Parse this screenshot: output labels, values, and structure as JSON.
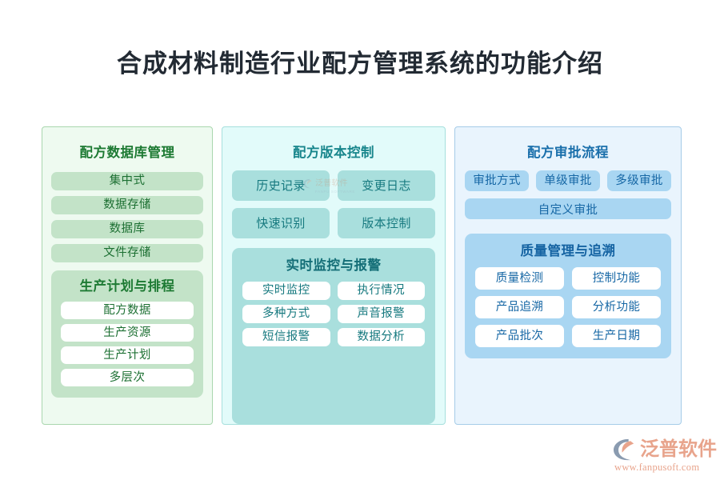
{
  "page": {
    "title": "合成材料制造行业配方管理系统的功能介绍",
    "background_color": "#ffffff",
    "title_color": "#222a33"
  },
  "columns": [
    {
      "id": "recipe-database-management",
      "title": "配方数据库管理",
      "accent_color": "#1d7a33",
      "panel_bg": "#eefaf0",
      "panel_border": "#a9d7ae",
      "pill_bg": "#c3e3c8",
      "pills": [
        "集中式",
        "数据存储",
        "数据库",
        "文件存储"
      ],
      "subcard": {
        "id": "production-plan-scheduling",
        "title": "生产计划与排程",
        "bg": "#c3e3c8",
        "pill_bg": "#ffffff",
        "pills": [
          "配方数据",
          "生产资源",
          "生产计划",
          "多层次"
        ]
      }
    },
    {
      "id": "recipe-version-control",
      "title": "配方版本控制",
      "accent_color": "#18868c",
      "panel_bg": "#e2fbfa",
      "panel_border": "#a6e0dd",
      "pill_bg": "#a9dfdd",
      "pills": [
        "历史记录",
        "变更日志",
        "快速识别",
        "版本控制"
      ],
      "subcard": {
        "id": "realtime-monitoring-alarm",
        "title": "实时监控与报警",
        "bg": "#a9dfdd",
        "pill_bg": "#ffffff",
        "pills": [
          "实时监控",
          "执行情况",
          "多种方式",
          "声音报警",
          "短信报警",
          "数据分析"
        ]
      }
    },
    {
      "id": "recipe-approval-process",
      "title": "配方审批流程",
      "accent_color": "#1a6fab",
      "panel_bg": "#e9f4fd",
      "panel_border": "#a6cce8",
      "pill_bg": "#a9d6f2",
      "pills": [
        "审批方式",
        "单级审批",
        "多级审批"
      ],
      "wide_pill": "自定义审批",
      "subcard": {
        "id": "quality-management-traceability",
        "title": "质量管理与追溯",
        "bg": "#a9d6f2",
        "pill_bg": "#ffffff",
        "pills": [
          "质量检测",
          "控制功能",
          "产品追溯",
          "分析功能",
          "产品批次",
          "生产日期"
        ]
      }
    }
  ],
  "watermark": {
    "text": "泛普软件",
    "subtext": "FANPU SOFTWARE"
  },
  "brand": {
    "name": "泛普软件",
    "url": "www.fanpusoft.com",
    "color": "#e8a48c",
    "mark_color": "#8a9bb0"
  }
}
